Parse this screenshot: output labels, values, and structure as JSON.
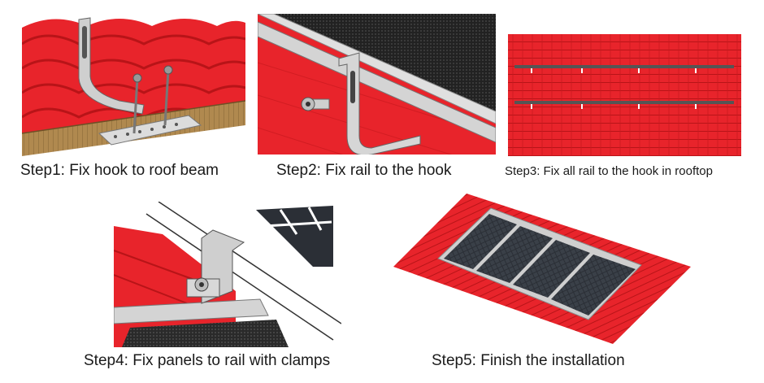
{
  "steps": [
    {
      "caption": "Step1: Fix hook to roof beam"
    },
    {
      "caption": "Step2: Fix rail to the hook"
    },
    {
      "caption": "Step3: Fix all rail to the hook in rooftop"
    },
    {
      "caption": "Step4: Fix panels to rail with clamps"
    },
    {
      "caption": "Step5: Finish the installation"
    }
  ],
  "colors": {
    "roof_tile": "#e8242b",
    "roof_tile_dark": "#b81418",
    "beam_wood": "#b0894f",
    "metal": "#c8c8c8",
    "panel_dark": "#2b2f36",
    "rail": "#555555"
  }
}
